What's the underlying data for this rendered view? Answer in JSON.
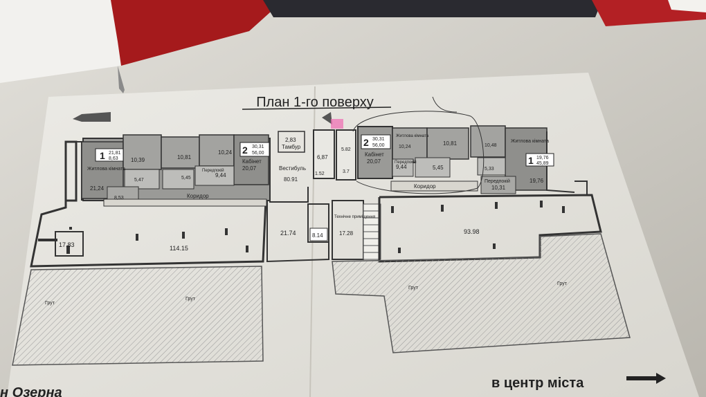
{
  "plan": {
    "title": "План 1-го поверху",
    "direction_label": "в центр міста",
    "street_label": "н Озерна",
    "corridor_labels": [
      "Коридор",
      "Коридор"
    ],
    "ground_labels": [
      "Грут",
      "Грут",
      "Грут",
      "Грут"
    ],
    "left_building": {
      "apt1_badge": {
        "num": "1",
        "a": "21,81",
        "b": "8,63"
      },
      "apt2_badge": {
        "num": "2",
        "a": "30,31",
        "b": "56,00"
      },
      "rooms": [
        {
          "name": "Житлова кімната",
          "area": "21,24"
        },
        {
          "name": "",
          "area": "10,39"
        },
        {
          "name": "",
          "area": "10,81"
        },
        {
          "name": "",
          "area": "10,24"
        },
        {
          "name": "",
          "area": "5,47"
        },
        {
          "name": "",
          "area": "5,45"
        },
        {
          "name": "Передпокій",
          "area": "9,44"
        },
        {
          "name": "Кабінет",
          "area": "20,07"
        },
        {
          "name": "",
          "area": "8,53"
        }
      ],
      "retail": [
        {
          "area": "17.83"
        },
        {
          "area": "114.15"
        }
      ]
    },
    "center": {
      "tambur": {
        "name": "Тамбур",
        "area": "2,83"
      },
      "vestibule": {
        "name": "Вестибуль",
        "area": "80.91"
      },
      "small_areas": [
        "6,87",
        "5.82",
        "3.7",
        "1.52",
        "8.14"
      ],
      "hall_area": "21.74",
      "tech": {
        "name": "Технічне приміщення",
        "area": "17.28"
      }
    },
    "right_building": {
      "apt2_badge": {
        "num": "2",
        "a": "30,31",
        "b": "56,00"
      },
      "apt1_badge": {
        "num": "1",
        "a": "19,76",
        "b": "45,89"
      },
      "rooms": [
        {
          "name": "Кабінет",
          "area": "20,07"
        },
        {
          "name": "Житлова кімната",
          "area": "10,24"
        },
        {
          "name": "",
          "area": "10,81"
        },
        {
          "name": "",
          "area": "10,48"
        },
        {
          "name": "Передпокій",
          "area": "9,44"
        },
        {
          "name": "",
          "area": "5,45"
        },
        {
          "name": "",
          "area": "5,33"
        },
        {
          "name": "Житлова кімната",
          "area": ""
        },
        {
          "name": "Передпокій",
          "area": "10,31"
        },
        {
          "name": "",
          "area": "19,76"
        }
      ],
      "retail": [
        {
          "area": "93.98"
        }
      ]
    }
  }
}
